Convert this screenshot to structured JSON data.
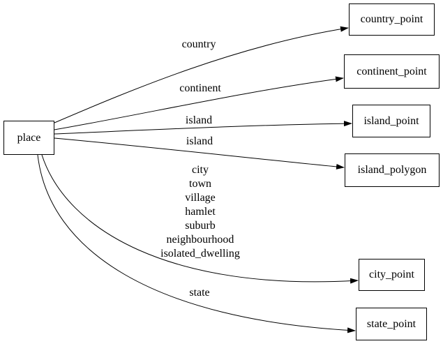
{
  "diagram": {
    "type": "directed-graph",
    "colors": {
      "background": "#ffffff",
      "node_fill": "#ffffff",
      "node_border": "#000000",
      "edge": "#000000",
      "text": "#000000"
    },
    "nodes": [
      {
        "id": "place",
        "label": "place"
      },
      {
        "id": "country_point",
        "label": "country_point"
      },
      {
        "id": "continent_point",
        "label": "continent_point"
      },
      {
        "id": "island_point",
        "label": "island_point"
      },
      {
        "id": "island_polygon",
        "label": "island_polygon"
      },
      {
        "id": "city_point",
        "label": "city_point"
      },
      {
        "id": "state_point",
        "label": "state_point"
      }
    ],
    "edges": [
      {
        "from": "place",
        "to": "country_point",
        "label": "country"
      },
      {
        "from": "place",
        "to": "continent_point",
        "label": "continent"
      },
      {
        "from": "place",
        "to": "island_point",
        "label": "island"
      },
      {
        "from": "place",
        "to": "island_polygon",
        "label": "island"
      },
      {
        "from": "place",
        "to": "city_point",
        "label": "city\ntown\nvillage\nhamlet\nsuburb\nneighbourhood\nisolated_dwelling"
      },
      {
        "from": "place",
        "to": "state_point",
        "label": "state"
      }
    ]
  }
}
